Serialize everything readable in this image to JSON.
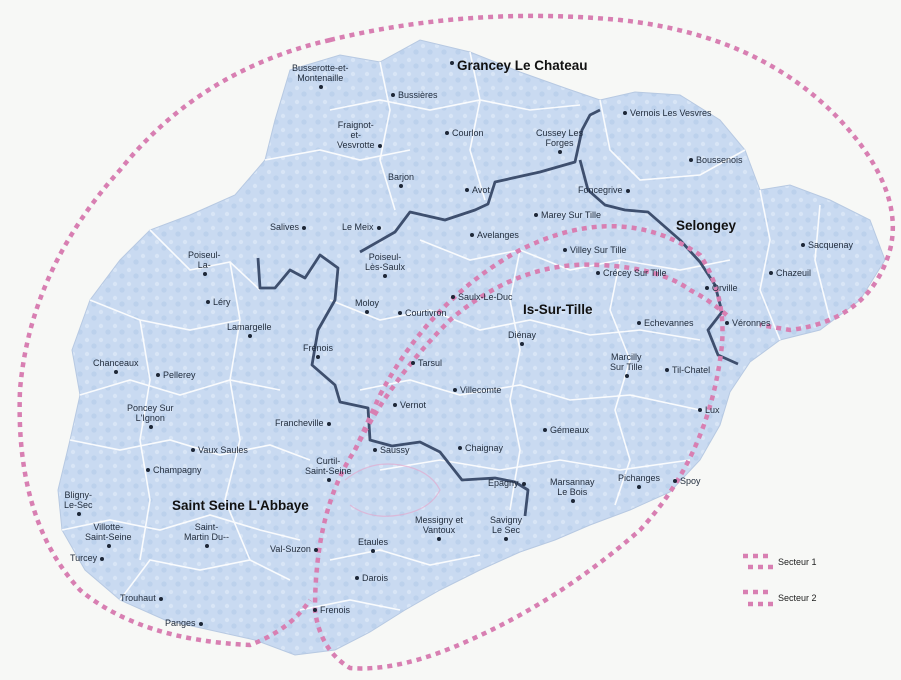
{
  "towns": [
    {
      "id": "grancey",
      "name": "Grancey Le Chateau",
      "major": true
    },
    {
      "id": "busserotte",
      "name": "Busserotte-et-\nMontenaille"
    },
    {
      "id": "bussieres",
      "name": "Bussières"
    },
    {
      "id": "fraignot",
      "name": "Fraignot-\net-\nVesvrotte"
    },
    {
      "id": "courlon",
      "name": "Courlon"
    },
    {
      "id": "cussey",
      "name": "Cussey Les\nForges"
    },
    {
      "id": "vernois",
      "name": "Vernois Les Vesvres"
    },
    {
      "id": "boussenois",
      "name": "Boussenois"
    },
    {
      "id": "barjon",
      "name": "Barjon"
    },
    {
      "id": "avot",
      "name": "Avot"
    },
    {
      "id": "foncegrive",
      "name": "Foncegrive"
    },
    {
      "id": "selongey",
      "name": "Selongey",
      "major": true
    },
    {
      "id": "salives",
      "name": "Salives"
    },
    {
      "id": "lemeix",
      "name": "Le Meix"
    },
    {
      "id": "avelanges",
      "name": "Avelanges"
    },
    {
      "id": "mareysurtille",
      "name": "Marey Sur Tille"
    },
    {
      "id": "sacquenay",
      "name": "Sacquenay"
    },
    {
      "id": "poiseulla",
      "name": "Poiseul-\nLa-"
    },
    {
      "id": "villeysurtille",
      "name": "Villey Sur Tille"
    },
    {
      "id": "chazeuil",
      "name": "Chazeuil"
    },
    {
      "id": "poiseulsaulx",
      "name": "Poiseul-\nLès-Saulx"
    },
    {
      "id": "crecey",
      "name": "Crécey Sur Tille"
    },
    {
      "id": "orville",
      "name": "Orville"
    },
    {
      "id": "lery",
      "name": "Léry"
    },
    {
      "id": "saulxleduc",
      "name": "Saulx-Le-Duc"
    },
    {
      "id": "moloy",
      "name": "Moloy"
    },
    {
      "id": "courtivron",
      "name": "Courtivron"
    },
    {
      "id": "issurtille",
      "name": "Is-Sur-Tille",
      "major": true
    },
    {
      "id": "veronnes",
      "name": "Véronnes"
    },
    {
      "id": "lamargelle",
      "name": "Lamargelle"
    },
    {
      "id": "echevannes",
      "name": "Echevannes"
    },
    {
      "id": "dienay",
      "name": "Diénay"
    },
    {
      "id": "frenois1",
      "name": "Frénois"
    },
    {
      "id": "tarsul",
      "name": "Tarsul"
    },
    {
      "id": "chanceaux",
      "name": "Chanceaux"
    },
    {
      "id": "marcilly",
      "name": "Marcilly\nSur Tille"
    },
    {
      "id": "tilchatel",
      "name": "Til-Chatel"
    },
    {
      "id": "pellerey",
      "name": "Pellerey"
    },
    {
      "id": "villecomte",
      "name": "Villecomte"
    },
    {
      "id": "poncey",
      "name": "Poncey Sur\nL'Ignon"
    },
    {
      "id": "vernot",
      "name": "Vernot"
    },
    {
      "id": "lux",
      "name": "Lux"
    },
    {
      "id": "francheville",
      "name": "Francheville"
    },
    {
      "id": "vaux",
      "name": "Vaux Saules"
    },
    {
      "id": "chaignay",
      "name": "Chaignay"
    },
    {
      "id": "gemeaux",
      "name": "Gémeaux"
    },
    {
      "id": "saussy",
      "name": "Saussy"
    },
    {
      "id": "curtil",
      "name": "Curtil-\nSaint-Seine"
    },
    {
      "id": "champagny",
      "name": "Champagny"
    },
    {
      "id": "pichanges",
      "name": "Pichanges"
    },
    {
      "id": "spoy",
      "name": "Spoy"
    },
    {
      "id": "epagny",
      "name": "Epagny"
    },
    {
      "id": "marsannay",
      "name": "Marsannay\nLe Bois"
    },
    {
      "id": "blignysec",
      "name": "Bligny-\nLe-Sec"
    },
    {
      "id": "saintseine",
      "name": "Saint Seine L'Abbaye",
      "major": true
    },
    {
      "id": "villotte",
      "name": "Villotte-\nSaint-Seine"
    },
    {
      "id": "saintmartin",
      "name": "Saint-\nMartin Du--"
    },
    {
      "id": "messigny",
      "name": "Messigny et\nVantoux"
    },
    {
      "id": "savigny",
      "name": "Savigny\nLe Sec"
    },
    {
      "id": "valsuzon",
      "name": "Val-Suzon"
    },
    {
      "id": "etaules",
      "name": "Etaules"
    },
    {
      "id": "turcey",
      "name": "Turcey"
    },
    {
      "id": "darois",
      "name": "Darois"
    },
    {
      "id": "trouhaut",
      "name": "Trouhaut"
    },
    {
      "id": "frenois2",
      "name": "Frenois"
    },
    {
      "id": "panges",
      "name": "Panges"
    }
  ],
  "legend": {
    "items": [
      {
        "label": "Secteur 1",
        "color": "#d87fb2"
      },
      {
        "label": "Secteur 2",
        "color": "#d87fb2"
      }
    ]
  },
  "colors": {
    "commune_fill": "#c9daf1",
    "commune_border": "#ffffff",
    "canton_border": "#3e4f6e",
    "sector": "#d87fb2"
  }
}
